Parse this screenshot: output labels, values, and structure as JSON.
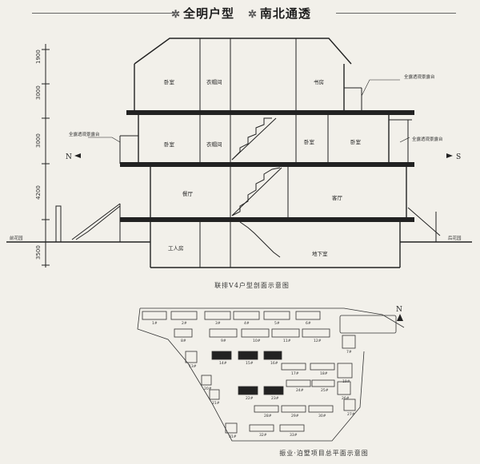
{
  "header": {
    "title_left": "全明户型",
    "title_right": "南北通透"
  },
  "section": {
    "caption": "联排V4户型剖面示意图",
    "dims": [
      "1900",
      "3000",
      "3000",
      "4200",
      "3500"
    ],
    "rooms": {
      "bedroom1": "卧室",
      "closet1": "衣帽间",
      "study": "书房",
      "bedroom2": "卧室",
      "closet2": "衣帽间",
      "bedroom3": "卧室",
      "bedroom4": "卧室",
      "dining": "餐厅",
      "living": "客厅",
      "worker": "工人房",
      "basement": "地下室"
    },
    "labels": {
      "terrace_left": "全露透观景露台",
      "terrace_right_top": "全露透观景露台",
      "terrace_right_mid": "全露透观景露台",
      "north": "N",
      "south": "S",
      "front_garden": "前花园",
      "back_garden": "后花园"
    }
  },
  "siteplan": {
    "caption": "振业·泊墅项目总平面示意图",
    "north": "N",
    "building_numbers": [
      "1#",
      "2#",
      "3#",
      "4#",
      "5#",
      "6#",
      "7#",
      "8#",
      "9#",
      "10#",
      "11#",
      "12#",
      "13#",
      "14#",
      "15#",
      "16#",
      "17#",
      "18#",
      "19#",
      "20#",
      "21#",
      "22#",
      "23#",
      "24#",
      "25#",
      "26#",
      "27#",
      "28#",
      "29#",
      "30#",
      "31#",
      "32#",
      "33#"
    ]
  }
}
